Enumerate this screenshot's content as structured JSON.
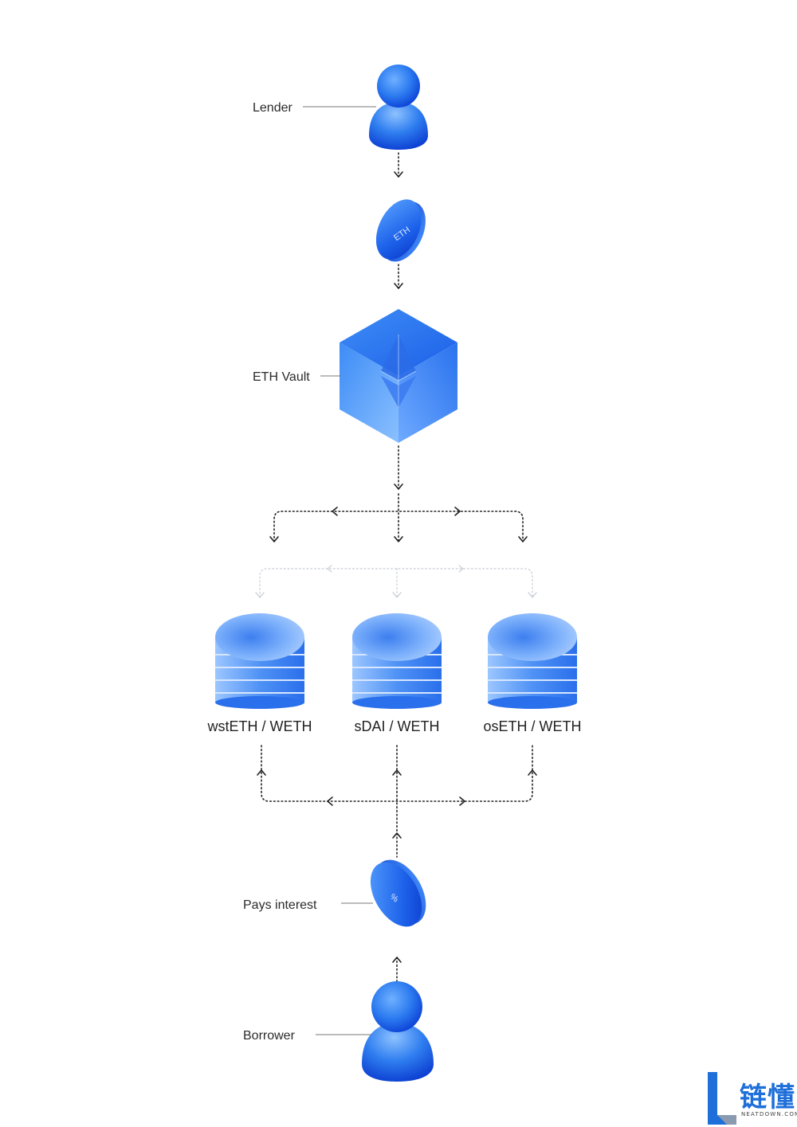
{
  "nodes": {
    "lender": {
      "label": "Lender"
    },
    "eth_coin": {
      "text": "ETH"
    },
    "vault": {
      "label": "ETH Vault"
    },
    "pools": [
      {
        "label": "wstETH / WETH"
      },
      {
        "label": "sDAI / WETH"
      },
      {
        "label": "osETH / WETH"
      }
    ],
    "interest_coin": {
      "text": "%",
      "label": "Pays interest"
    },
    "borrower": {
      "label": "Borrower"
    }
  },
  "brand": {
    "name": "链懂",
    "sub": "NEATDOWN.COM"
  },
  "colors": {
    "accent": "#1e6fd9",
    "deep": "#0b3fd6",
    "light": "#7fb2ff",
    "line": "#222222"
  },
  "icons": {
    "lender": "person-icon",
    "eth_coin": "eth-coin-icon",
    "vault": "eth-cube-icon",
    "pools": "coin-stack-icon",
    "interest_coin": "percent-coin-icon",
    "borrower": "person-icon"
  }
}
